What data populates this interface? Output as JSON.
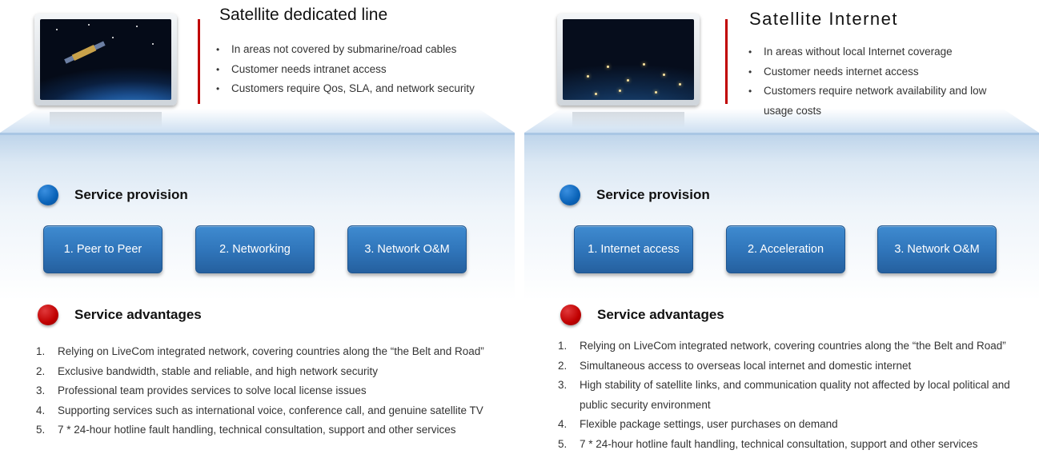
{
  "left": {
    "title": "Satellite dedicated line",
    "bullets": [
      "In areas not covered by submarine/road cables",
      "Customer needs intranet access",
      "Customers require Qos, SLA, and network security"
    ],
    "service_provision": {
      "heading": "Service provision",
      "buttons": [
        "1. Peer to Peer",
        "2. Networking",
        "3. Network O&M"
      ]
    },
    "service_advantages": {
      "heading": "Service advantages",
      "items": [
        {
          "num": "1.",
          "text": "Relying on LiveCom integrated network, covering countries along the “the Belt and Road”"
        },
        {
          "num": "2.",
          "text": "Exclusive bandwidth, stable and reliable, and high network security"
        },
        {
          "num": "3.",
          "text": "Professional team provides services to solve local license issues"
        },
        {
          "num": "4.",
          "text": "Supporting services such as international voice, conference call, and genuine satellite TV"
        },
        {
          "num": "5.",
          "text": "7 * 24-hour hotline fault handling, technical consultation, support and other services"
        }
      ]
    }
  },
  "right": {
    "title": "Satellite Internet",
    "bullets": [
      "In areas without local Internet coverage",
      "Customer needs internet access",
      "Customers require network availability and low usage costs"
    ],
    "service_provision": {
      "heading": "Service provision",
      "buttons": [
        "1. Internet access",
        "2. Acceleration",
        "3. Network O&M"
      ]
    },
    "service_advantages": {
      "heading": "Service advantages",
      "items": [
        {
          "num": "1.",
          "text": "Relying on LiveCom integrated network, covering countries along the “the Belt and Road”"
        },
        {
          "num": "2.",
          "text": "Simultaneous access to overseas local internet and domestic internet"
        },
        {
          "num": "3.",
          "text": "High stability of satellite links, and communication quality not affected by local political and public security environment"
        },
        {
          "num": "4.",
          "text": "Flexible package settings, user purchases on demand"
        },
        {
          "num": "5.",
          "text": "7 * 24-hour hotline fault handling, technical consultation, support and other services"
        }
      ]
    }
  },
  "icons": {
    "left_image": "satellite-over-earth-image",
    "right_image": "earth-network-lights-image",
    "provision_bullet": "blue-circle-icon",
    "advantages_bullet": "red-circle-icon"
  },
  "colors": {
    "accent_blue": "#2f74b9",
    "accent_red": "#c00000",
    "stage_blue": "#bcd3ea"
  }
}
